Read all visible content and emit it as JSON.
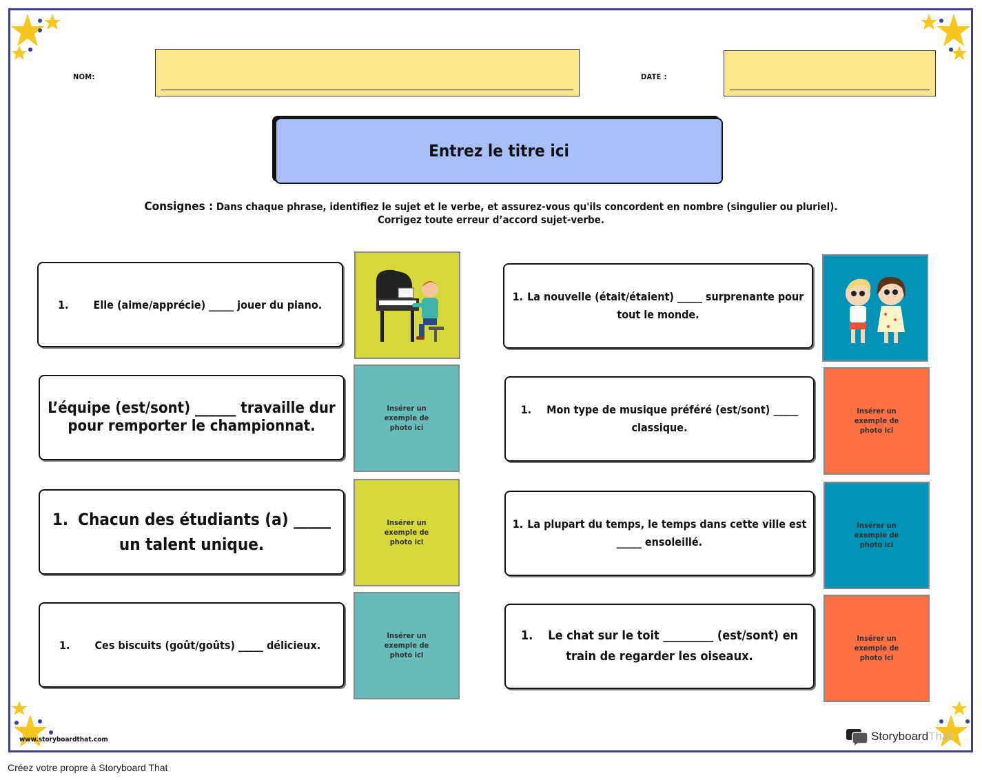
{
  "header": {
    "name_label": "NOM:",
    "date_label": "DATE :"
  },
  "title": "Entrez le titre ici",
  "instructions": {
    "label": "Consignes :",
    "line1": " Dans chaque phrase, identifiez le sujet et le verbe, et assurez-vous qu'ils concordent en nombre (singulier ou pluriel).",
    "line2": "Corrigez toute erreur d’accord sujet-verbe."
  },
  "left_questions": [
    {
      "num": "1.",
      "text": "Elle (aime/apprécie) _____ jouer du piano."
    },
    {
      "num": "",
      "text": "L’équipe (est/sont) ______ travaille dur pour remporter le championnat."
    },
    {
      "num": "1.",
      "text": "Chacun des étudiants (a) _____ un talent unique."
    },
    {
      "num": "1.",
      "text": "Ces biscuits (goût/goûts) _____ délicieux."
    }
  ],
  "right_questions": [
    {
      "num": "1.",
      "text": "La nouvelle (était/étaient) _____ surprenante pour tout le monde."
    },
    {
      "num": "1.",
      "text": "Mon type de musique préféré (est/sont) _____ classique."
    },
    {
      "num": "1.",
      "text": "La plupart du temps, le temps dans cette ville est _____ ensoleillé."
    },
    {
      "num": "1.",
      "text": "Le chat sur le toit _________ (est/sont) en train de regarder les oiseaux."
    }
  ],
  "photo_placeholder": "Insérer un exemple de photo ici",
  "colors": {
    "teal": "#66bcb8",
    "yellow": "#d4d83a",
    "orange": "#ff7043",
    "blue": "#0093b8",
    "title_bg": "#a7c0fb",
    "name_bg": "#fde68a",
    "border": "#3b3f99"
  },
  "footer": {
    "site": "www.storyboardthat.com",
    "brand_story": "Storyboard",
    "brand_that": "That",
    "credit": "Créez votre propre à Storyboard That"
  }
}
